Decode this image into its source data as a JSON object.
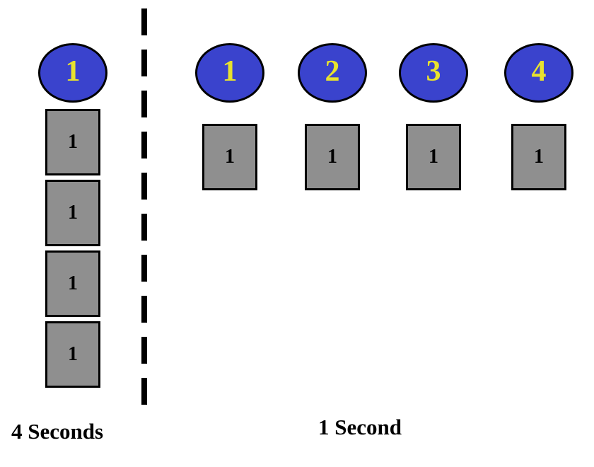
{
  "left": {
    "processor": {
      "label": "1"
    },
    "tasks": [
      "1",
      "1",
      "1",
      "1"
    ],
    "caption": "4 Seconds"
  },
  "right": {
    "processors": [
      {
        "label": "1",
        "task": "1"
      },
      {
        "label": "2",
        "task": "1"
      },
      {
        "label": "3",
        "task": "1"
      },
      {
        "label": "4",
        "task": "1"
      }
    ],
    "caption": "1 Second"
  },
  "colors": {
    "processor_fill": "#3a43cd",
    "processor_text": "#e8e22e",
    "task_fill": "#8f8f8f",
    "outline": "#000000"
  }
}
